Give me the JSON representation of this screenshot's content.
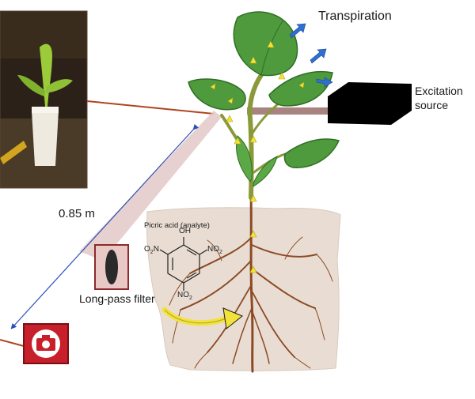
{
  "labels": {
    "transpiration": "Transpiration",
    "excitation_source": "Excitation source",
    "distance": "0.85 m",
    "long_pass_filter": "Long-pass filter",
    "analyte": "Picric acid (analyte)"
  },
  "molecule": {
    "top_group": "OH",
    "left_group": "O",
    "left_group_sub": "2",
    "left_group_tail": "N",
    "right_group": "NO",
    "right_group_sub": "2",
    "bottom_group": "NO",
    "bottom_group_sub": "2"
  },
  "icons": {
    "camera": "camera-icon",
    "filter": "long-pass-filter-icon",
    "excitation": "excitation-source-box",
    "transpiration_arrows": "transpiration-arrow-icon",
    "flow_arrow": "curved-flow-arrow-icon"
  },
  "colors": {
    "leaf": "#4e9a3c",
    "leaf_dark": "#2f6e24",
    "stem": "#8a9a3a",
    "soil": "#e9ddd3",
    "root": "#8b4a24",
    "water_arrow": "#f2e23a",
    "transpiration_arrow": "#2f6fcf",
    "distance_line": "#2a4fb8",
    "camera_red": "#c8202a",
    "laser_beam": "#e3c9c8",
    "photo_connector": "#b0441f"
  }
}
